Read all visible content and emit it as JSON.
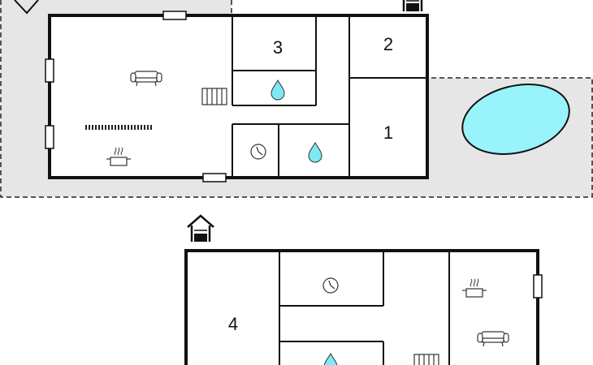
{
  "rooms": {
    "r1": {
      "label": "1"
    },
    "r2": {
      "label": "2"
    },
    "r3": {
      "label": "3"
    },
    "r4": {
      "label": "4"
    }
  },
  "colors": {
    "wall": "#111111",
    "terrace": "#e6e6e6",
    "pool": "#99f3fb",
    "water_icon": "#7ee8f4",
    "icon_stroke": "#333333"
  },
  "icons": {
    "sofa": "sofa-icon",
    "cooking_pot": "cooking-pot-icon",
    "radiator": "radiator-icon",
    "water_drop": "water-drop-icon",
    "clock": "clock-icon",
    "house_entrance": "house-entrance-icon",
    "compass": "compass-icon",
    "pool": "swimming-pool-icon"
  }
}
